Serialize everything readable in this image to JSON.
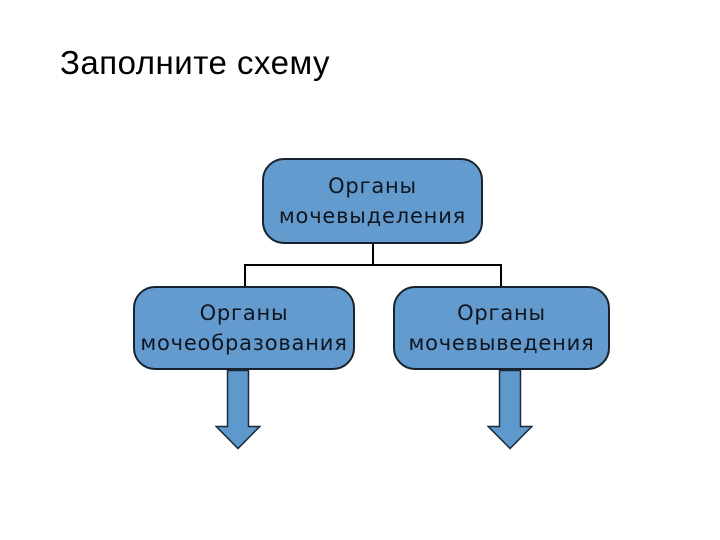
{
  "title": "Заполните схему",
  "colors": {
    "background": "#FFFFFF",
    "title_text": "#000000",
    "box_fill": "#649BCE",
    "box_border": "#16222E",
    "box_text": "#10161F",
    "arrow_fill": "#5F98CC",
    "arrow_border": "#1B2A38",
    "connector_line": "#000000"
  },
  "diagram": {
    "root_box": {
      "line1": "Органы",
      "line2": "мочевыделения"
    },
    "left_box": {
      "line1": "Органы",
      "line2": "мочеобразования"
    },
    "right_box": {
      "line1": "Органы",
      "line2": "мочевыведения"
    },
    "arrows": {
      "left": "down-arrow",
      "right": "down-arrow"
    }
  }
}
